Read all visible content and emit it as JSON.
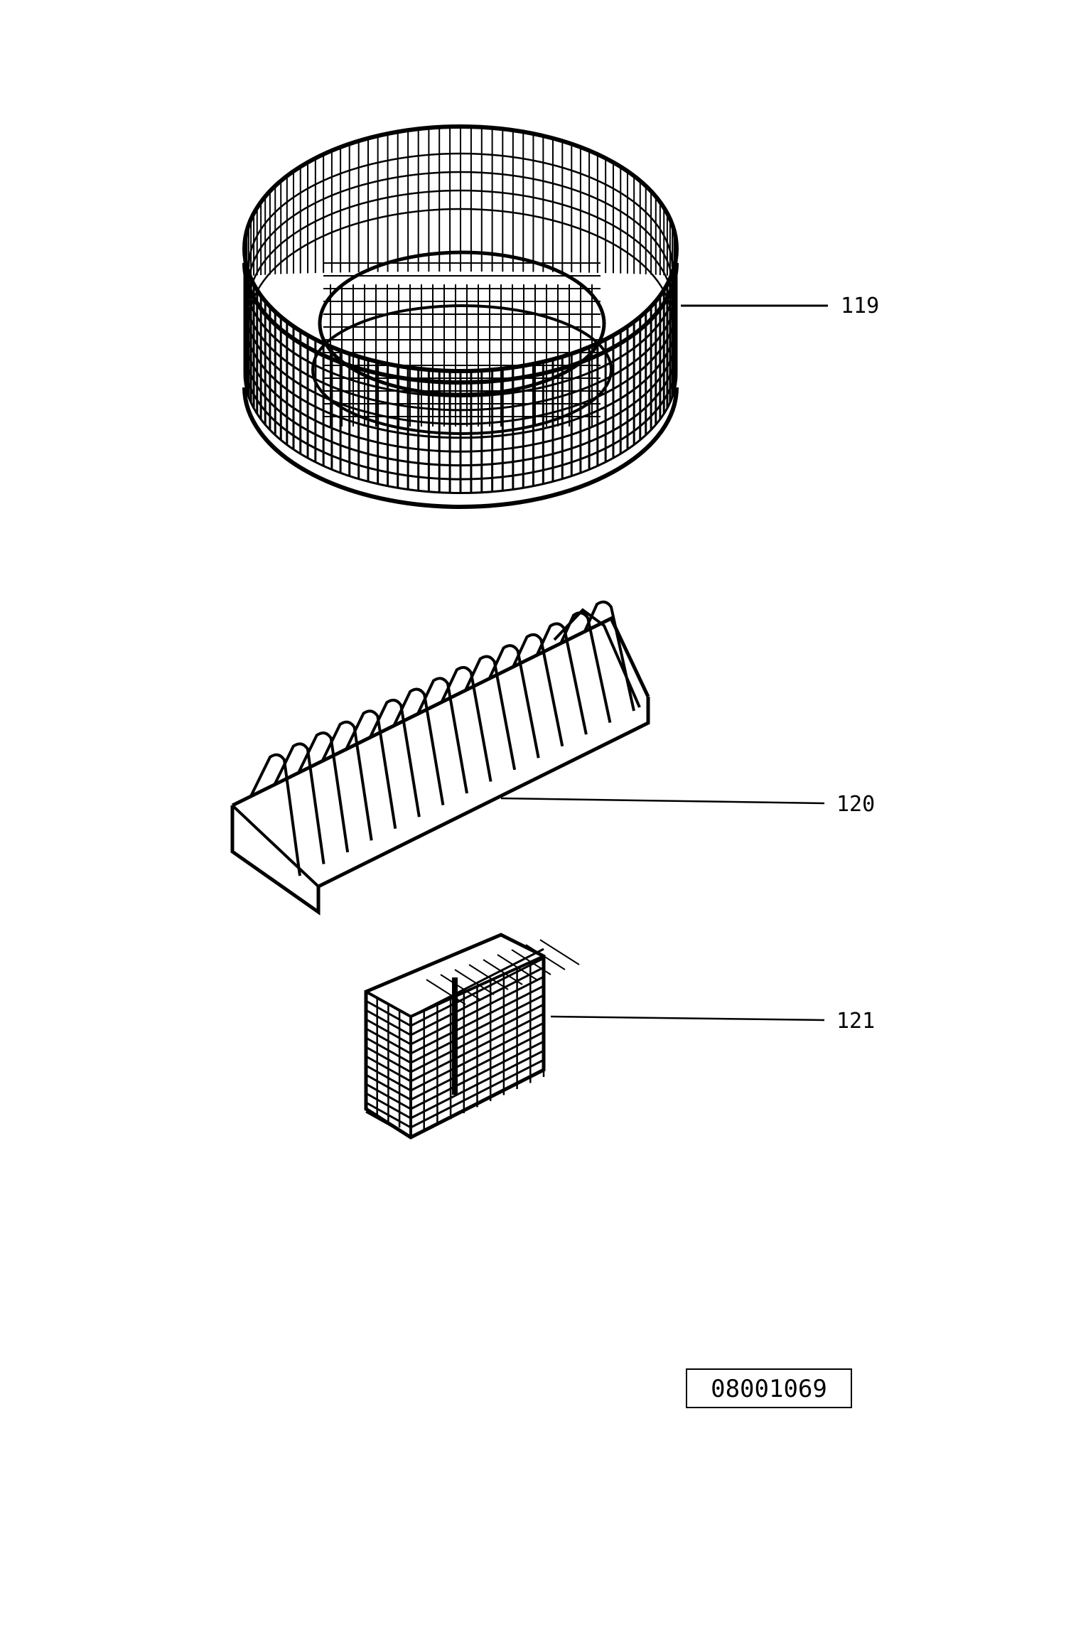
{
  "parts": [
    {
      "number": "119",
      "icon": "round-basket-icon"
    },
    {
      "number": "120",
      "icon": "plate-rack-icon"
    },
    {
      "number": "121",
      "icon": "cutlery-basket-icon"
    }
  ],
  "reference_code": "08001069",
  "colors": {
    "ink": "#000000",
    "paper": "#ffffff"
  }
}
